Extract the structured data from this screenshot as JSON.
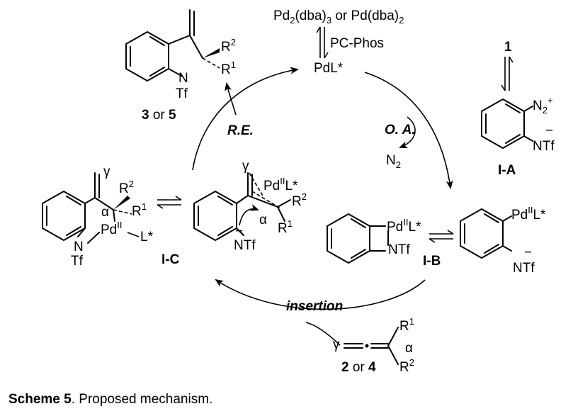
{
  "reagents": {
    "precatalyst": "Pd2(dba)3 or Pd(dba)2",
    "precatalyst_parts": [
      "Pd",
      "2",
      "(dba)",
      "3",
      " or Pd(dba)",
      "2"
    ],
    "ligand": "PC-Phos",
    "active_catalyst": "PdL*"
  },
  "steps": {
    "oxidative_addition": "O. A.",
    "reductive_elimination": "R.E.",
    "insertion": "insertion",
    "n2_release": "N2"
  },
  "compounds": {
    "substrate_1": "1",
    "IA": "I-A",
    "IB": "I-B",
    "IC": "I-C",
    "product_num_a": "3",
    "product_num_b": "5",
    "allene_num_a": "2",
    "allene_num_b": "4",
    "or_word": "or"
  },
  "groups": {
    "N2plus": "N2+",
    "NTf": "NTf",
    "Tf": "Tf",
    "N": "N",
    "R1": "R1",
    "R2": "R2",
    "PdIIL": "PdIIL*",
    "PdII": "PdII",
    "L_star": "L*",
    "alpha": "α",
    "gamma": "γ",
    "minus": "−"
  },
  "caption": {
    "label": "Scheme 5",
    "text": ". Proposed mechanism."
  }
}
